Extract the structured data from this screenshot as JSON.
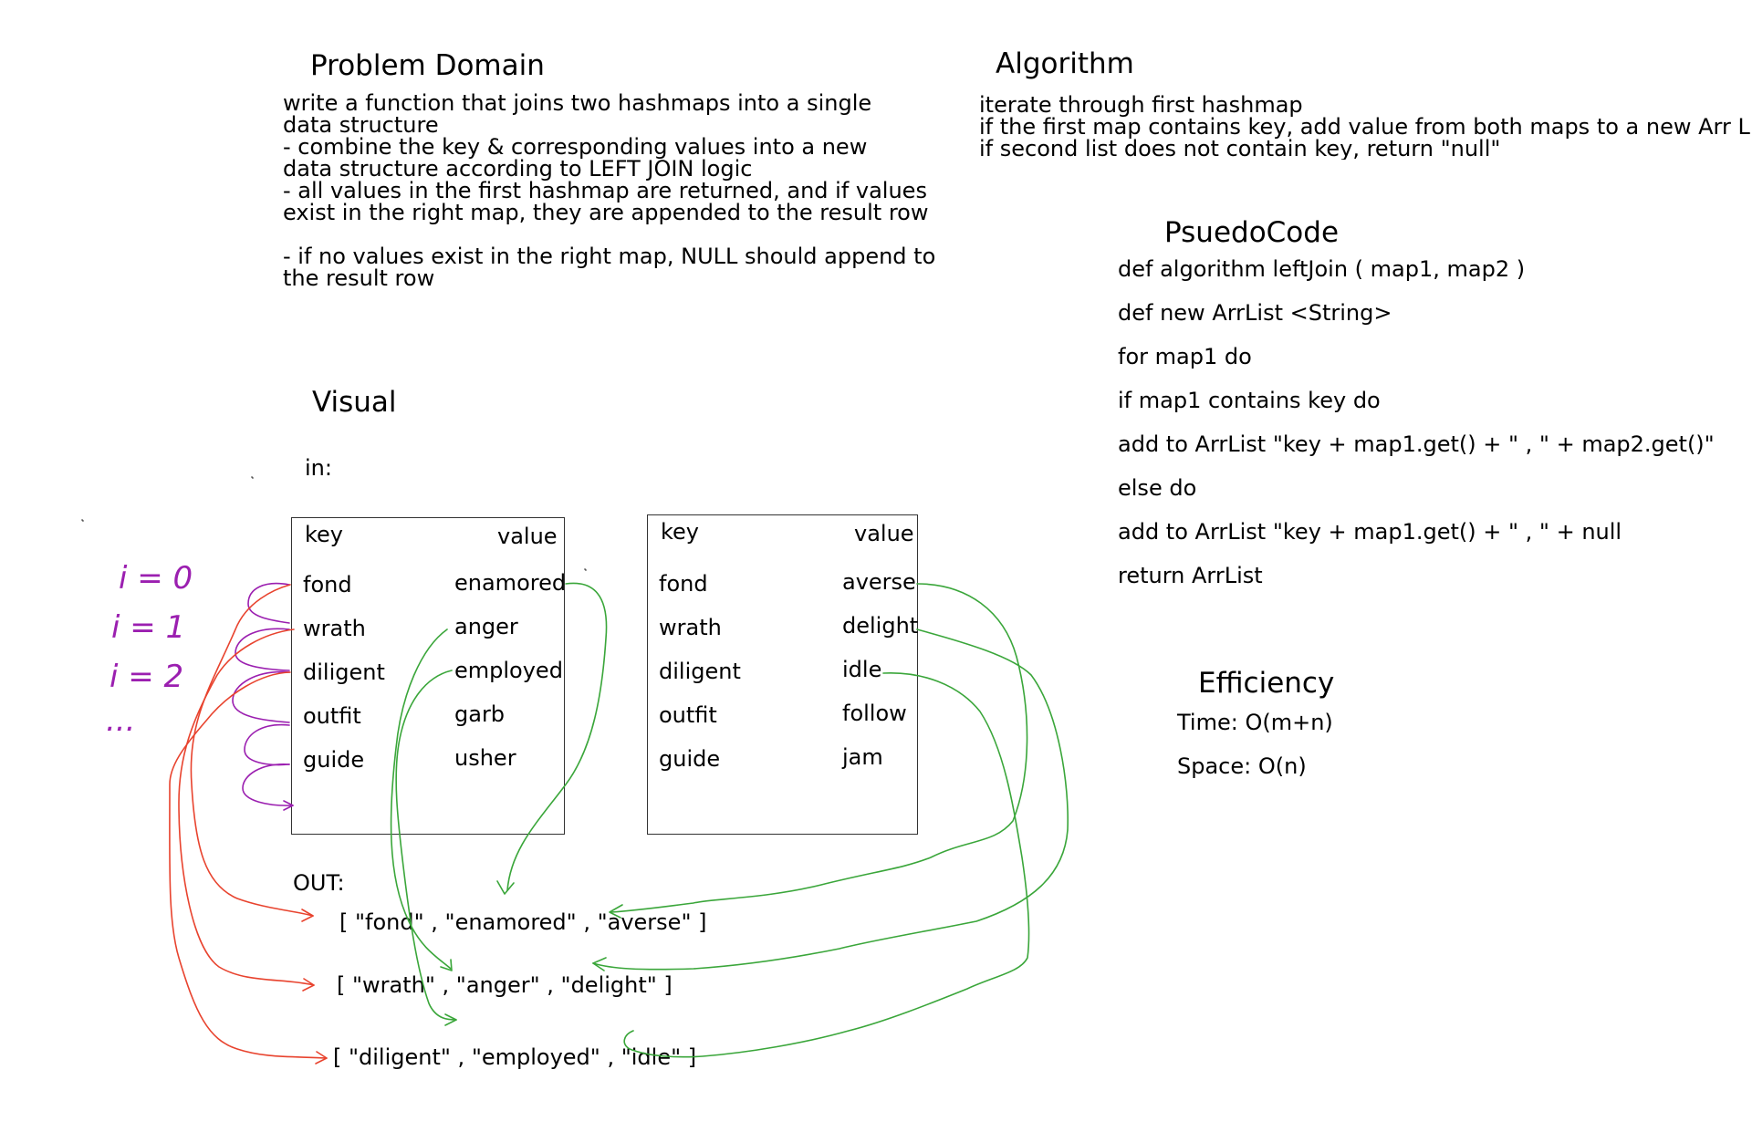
{
  "problem_domain": {
    "title": "Problem Domain",
    "lines": [
      "write a function that joins two hashmaps into a single",
      "data structure",
      "- combine the key & corresponding values into a new",
      "data structure according to LEFT JOIN logic",
      "- all values in the first hashmap are returned, and if values",
      "exist in the right map, they are appended to the result row",
      "",
      "- if no values exist in the right map, NULL should append to",
      "the result row"
    ]
  },
  "algorithm": {
    "title": "Algorithm",
    "lines": [
      "iterate through first hashmap",
      "if the first map contains key, add value from both maps to a new Arr List",
      "if second list does not contain key, return \"null\""
    ]
  },
  "pseudocode": {
    "title": "PsuedoCode",
    "lines": [
      "def algorithm leftJoin ( map1, map2 )",
      "def new ArrList <String>",
      "for map1 do",
      "if map1 contains key do",
      "add to ArrList \"key + map1.get() + \" , \" + map2.get()\"",
      "else do",
      "add to ArrList \"key + map1.get() + \" , \" + null",
      "return ArrList"
    ]
  },
  "efficiency": {
    "title": "Efficiency",
    "time": "Time: O(m+n)",
    "space": "Space: O(n)"
  },
  "visual": {
    "title": "Visual",
    "in_label": "in:",
    "out_label": "OUT:",
    "left_map": {
      "key_header": "key",
      "value_header": "value",
      "keys": [
        "fond",
        "wrath",
        "diligent",
        "outfit",
        "guide"
      ],
      "values": [
        "enamored",
        "anger",
        "employed",
        "garb",
        "usher"
      ]
    },
    "right_map": {
      "key_header": "key",
      "value_header": "value",
      "keys": [
        "fond",
        "wrath",
        "diligent",
        "outfit",
        "guide"
      ],
      "values": [
        "averse",
        "delight",
        "idle",
        "follow",
        "jam"
      ]
    },
    "iteration_labels": [
      "i = 0",
      "i = 1",
      "i = 2",
      "..."
    ],
    "output_rows": [
      "[ \"fond\" , \"enamored\" , \"averse\" ]",
      "[ \"wrath\" , \"anger\" , \"delight\" ]",
      "[ \"diligent\" , \"employed\" , \"idle\" ]"
    ]
  },
  "colors": {
    "key_arrows": "#e8432e",
    "value_arrows": "#3aa63a",
    "iteration_marks": "#9b1fb0",
    "text": "#000000"
  }
}
